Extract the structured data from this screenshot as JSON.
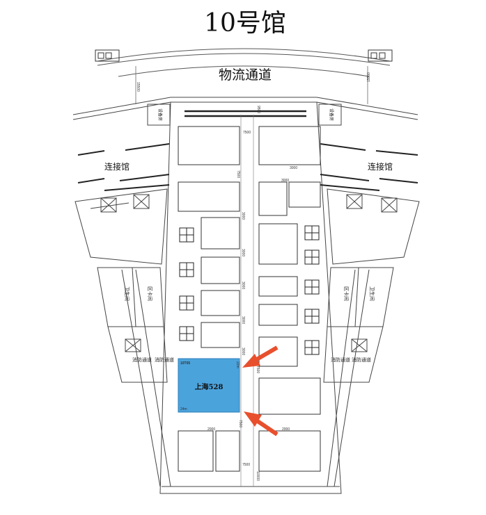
{
  "title": "10号馆",
  "corridor": "物流通道",
  "links": {
    "left": "连接馆",
    "right": "连接馆"
  },
  "side_small": {
    "left": "设备房",
    "right": "设备房"
  },
  "side_rooms": {
    "left_wc": "卫生间",
    "left_zone": "区卡间",
    "right_wc": "卫生间",
    "right_zone": "区卡间"
  },
  "fire_exits": {
    "left1": "消防通道",
    "left2": "消防通道",
    "right1": "消防通道",
    "right2": "消防通道"
  },
  "booth": {
    "code": "10T05",
    "name": "上海528",
    "width_label": "24m",
    "height_label": "22m",
    "color": "#4ba3dc"
  },
  "arrow_color": "#e8502d",
  "dims": {
    "top_aisle": "7500",
    "top_vert": "9500",
    "top_left": "15500",
    "top_right": "15500",
    "r1_right": "3000",
    "r2_right": "3000",
    "center_a": "7500",
    "center_b": "3000",
    "center_c": "3000",
    "center_d": "3000",
    "center_e": "3000",
    "center_f": "3000",
    "bottom_aisle": "7500",
    "bottom_l": "2000",
    "bottom_r": "2000",
    "bottom_bot": "7500",
    "bottom_v": "10000",
    "lower_mid": "7500"
  }
}
